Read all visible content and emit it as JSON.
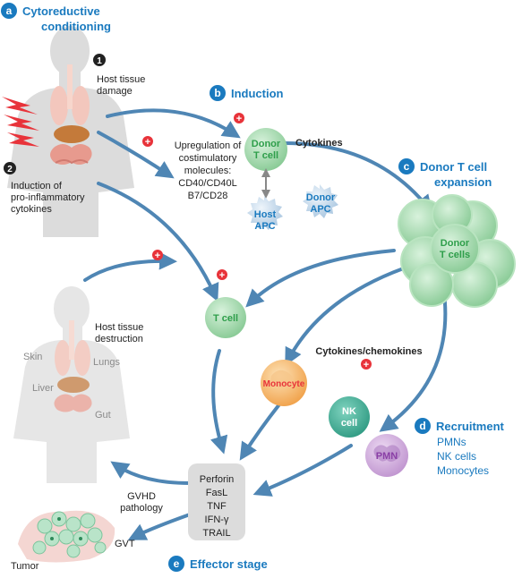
{
  "sections": {
    "a": {
      "letter": "a",
      "title_line1": "Cytoreductive",
      "title_line2": "conditioning"
    },
    "b": {
      "letter": "b",
      "title": "Induction"
    },
    "c": {
      "letter": "c",
      "title_line1": "Donor T cell",
      "title_line2": "expansion"
    },
    "d": {
      "letter": "d",
      "title": "Recruitment",
      "items": [
        "PMNs",
        "NK cells",
        "Monocytes"
      ]
    },
    "e": {
      "letter": "e",
      "title": "Effector stage"
    }
  },
  "steps": {
    "one": {
      "num": "1",
      "line1": "Host tissue",
      "line2": "damage"
    },
    "two": {
      "num": "2",
      "line1": "Induction of",
      "line2": "pro-inflammatory",
      "line3": "cytokines"
    }
  },
  "labels": {
    "upregulation": [
      "Upregulation of",
      "costimulatory",
      "molecules:",
      "CD40/CD40L",
      "B7/CD28"
    ],
    "cytokines": "Cytokines",
    "cytokines_chemokines": "Cytokines/chemokines",
    "host_tissue_destruction": [
      "Host tissue",
      "destruction"
    ],
    "organs": {
      "skin": "Skin",
      "lungs": "Lungs",
      "liver": "Liver",
      "gut": "Gut"
    },
    "gvhd": [
      "GVHD",
      "pathology"
    ],
    "gvt": "GVT",
    "tumor": "Tumor",
    "plus": "+"
  },
  "cells": {
    "donor_t_cell": [
      "Donor",
      "T cell"
    ],
    "host_apc": [
      "Host",
      "APC"
    ],
    "donor_apc": [
      "Donor",
      "APC"
    ],
    "donor_t_cells": [
      "Donor",
      "T cells"
    ],
    "t_cell": "T cell",
    "monocyte": "Monocyte",
    "nk_cell": [
      "NK",
      "cell"
    ],
    "pmn": "PMN"
  },
  "effectors": [
    "Perforin",
    "FasL",
    "TNF",
    "IFN-γ",
    "TRAIL"
  ],
  "colors": {
    "accent_blue": "#1a7abf",
    "arrow_blue": "#4f86b4",
    "green_cell": "#8fd09a",
    "green_text": "#2e9e4a",
    "plus_red": "#e8333a",
    "monocyte_orange": "#f2a24a",
    "nk_teal": "#3aa58e",
    "pmn_purple": "#c9a2d6",
    "silhouette_grey": "#d9d9d9"
  }
}
